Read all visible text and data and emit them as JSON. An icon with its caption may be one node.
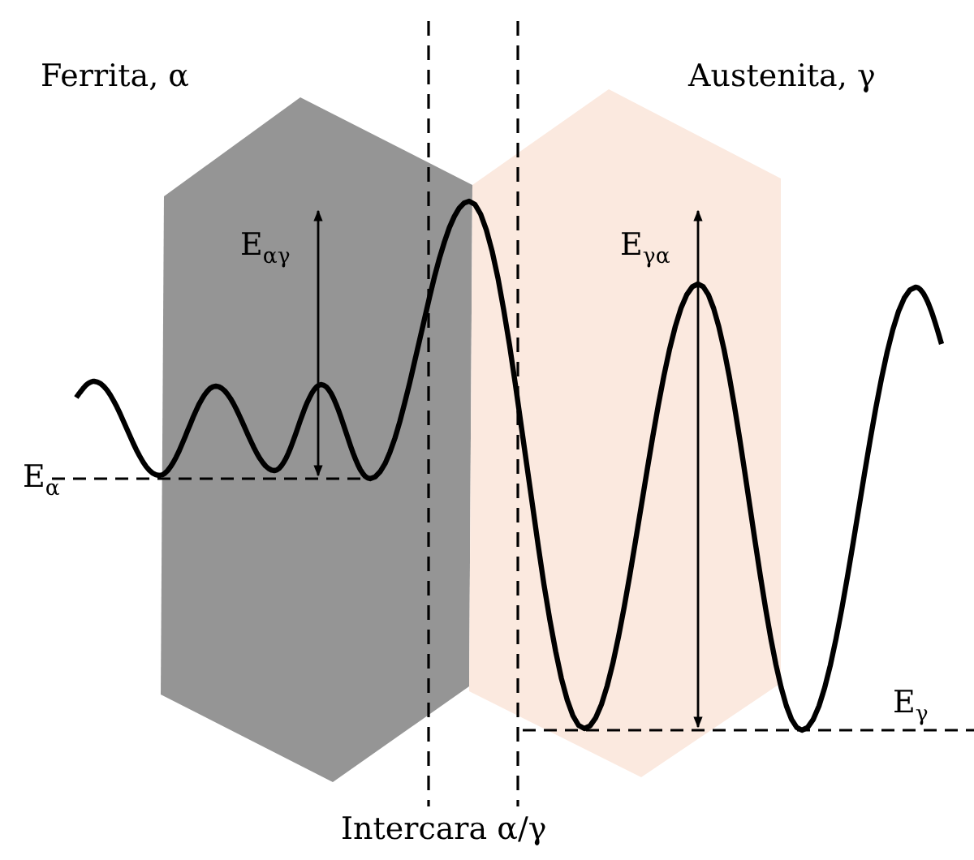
{
  "diagram": {
    "labels": [
      "Ferrita, α",
      "Austenita, γ",
      "E$_{αγ}$",
      "E$_{γα}$",
      "E$_{α}$",
      "E$_{γ}$",
      "Intercara α/γ"
    ]
  }
}
